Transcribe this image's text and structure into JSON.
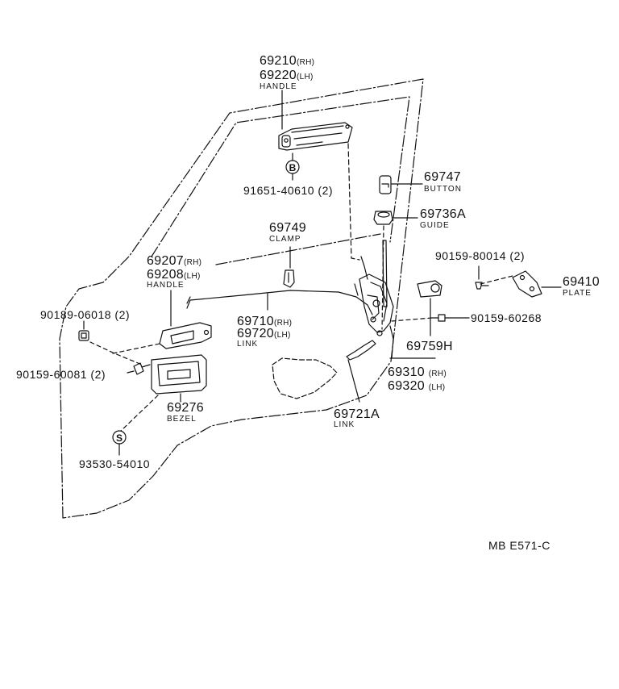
{
  "parts": {
    "outside_handle": {
      "pn_rh": "69210",
      "sfx_rh": "(RH)",
      "pn_lh": "69220",
      "sfx_lh": "(LH)",
      "name": "HANDLE"
    },
    "screw_b": {
      "pn": "91651-40610 (2)",
      "marker": "B"
    },
    "button": {
      "pn": "69747",
      "name": "BUTTON"
    },
    "guide": {
      "pn": "69736A",
      "name": "GUIDE"
    },
    "clamp": {
      "pn": "69749",
      "name": "CLAMP"
    },
    "inside_handle": {
      "pn_rh": "69207",
      "sfx_rh": "(RH)",
      "pn_lh": "69208",
      "sfx_lh": "(LH)",
      "name": "HANDLE"
    },
    "screw_80014": {
      "pn": "90159-80014 (2)"
    },
    "plate": {
      "pn": "69410",
      "name": "PLATE"
    },
    "clip": {
      "pn": "90189-06018 (2)"
    },
    "link_rod": {
      "pn_rh": "69710",
      "sfx_rh": "(RH)",
      "pn_lh": "69720",
      "sfx_lh": "(LH)",
      "name": "LINK"
    },
    "screw_60268": {
      "pn": "90159-60268"
    },
    "lock_part": {
      "pn": "69759H"
    },
    "screw_60081": {
      "pn": "90159-60081 (2)"
    },
    "lock_assy": {
      "pn_rh": "69310",
      "sfx_rh": "(RH)",
      "pn_lh": "69320",
      "sfx_lh": "(LH)"
    },
    "bezel": {
      "pn": "69276",
      "name": "BEZEL"
    },
    "link_a": {
      "pn": "69721A",
      "name": "LINK"
    },
    "screw_s": {
      "pn": "93530-54010",
      "marker": "S"
    }
  },
  "diagram_code": "MB  E571-C"
}
